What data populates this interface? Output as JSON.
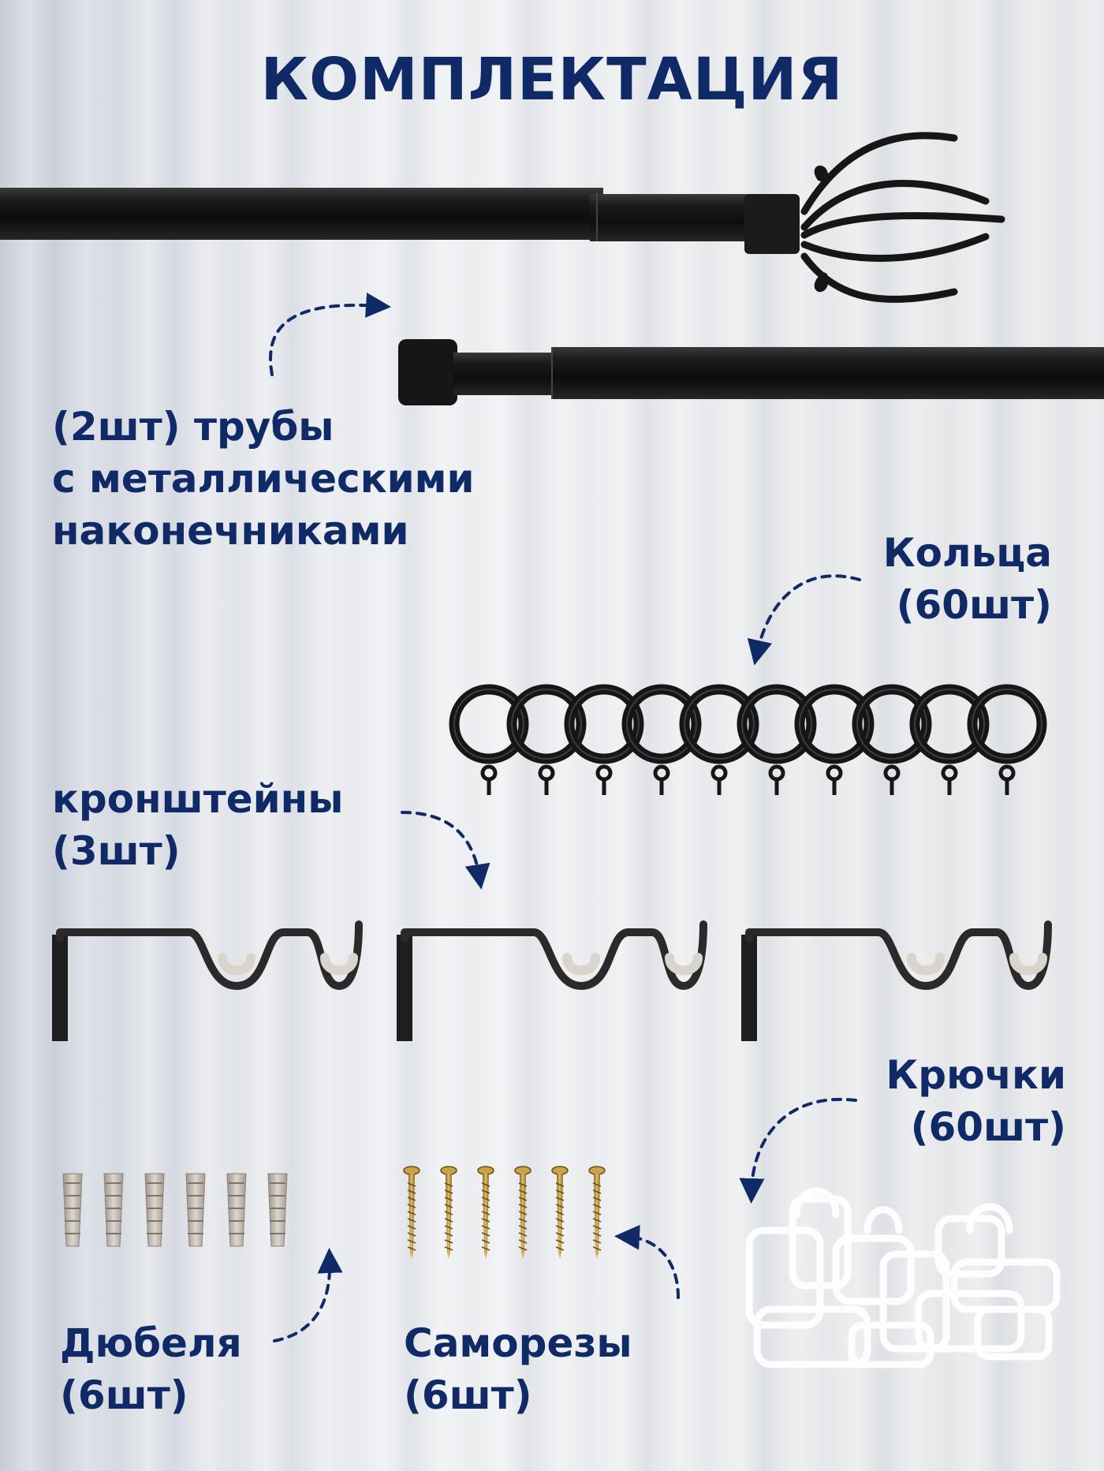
{
  "title": "КОМПЛЕКТАЦИЯ",
  "colors": {
    "accent": "#0f2a66",
    "metal": "#161616"
  },
  "items": {
    "rods": {
      "line1": "(2шт) трубы",
      "line2": "с металлическими",
      "line3": "наконечниками"
    },
    "rings": {
      "line1": "Кольца",
      "line2": "(60шт)"
    },
    "brackets": {
      "line1": "кронштейны",
      "line2": "(3шт)"
    },
    "hooks": {
      "line1": "Крючки",
      "line2": "(60шт)"
    },
    "dowels": {
      "line1": "Дюбеля",
      "line2": "(6шт)"
    },
    "screws": {
      "line1": "Саморезы",
      "line2": "(6шт)"
    }
  }
}
